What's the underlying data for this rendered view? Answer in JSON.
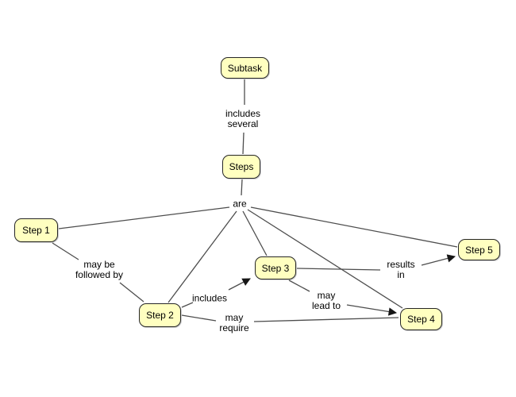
{
  "diagram": {
    "type": "concept-map",
    "colors": {
      "background": "#ffffff",
      "node_fill": "#ffffc0",
      "node_border": "#262626",
      "edge_line": "#4d4d4d",
      "text": "#000000"
    },
    "nodes": [
      {
        "id": "subtask",
        "label": "Subtask"
      },
      {
        "id": "steps",
        "label": "Steps"
      },
      {
        "id": "step1",
        "label": "Step 1"
      },
      {
        "id": "step2",
        "label": "Step 2"
      },
      {
        "id": "step3",
        "label": "Step 3"
      },
      {
        "id": "step4",
        "label": "Step 4"
      },
      {
        "id": "step5",
        "label": "Step 5"
      }
    ],
    "linking_phrases": [
      {
        "id": "includes-several",
        "text": "includes\nseveral",
        "connects": "Subtask to Steps"
      },
      {
        "id": "are",
        "text": "are",
        "connects": "Steps to Step 1, Step 2, Step 3, Step 4, Step 5"
      },
      {
        "id": "may-be-followed-by",
        "text": "may be\nfollowed by",
        "connects": "Step 1 to Step 2"
      },
      {
        "id": "includes",
        "text": "includes",
        "connects": "Step 2 to Step 3"
      },
      {
        "id": "may-require",
        "text": "may\nrequire",
        "connects": "Step 2 to Step 4"
      },
      {
        "id": "may-lead-to",
        "text": "may\nlead to",
        "connects": "Step 3 to Step 4"
      },
      {
        "id": "results-in",
        "text": "results\nin",
        "connects": "Step 3 to Step 5"
      }
    ]
  }
}
